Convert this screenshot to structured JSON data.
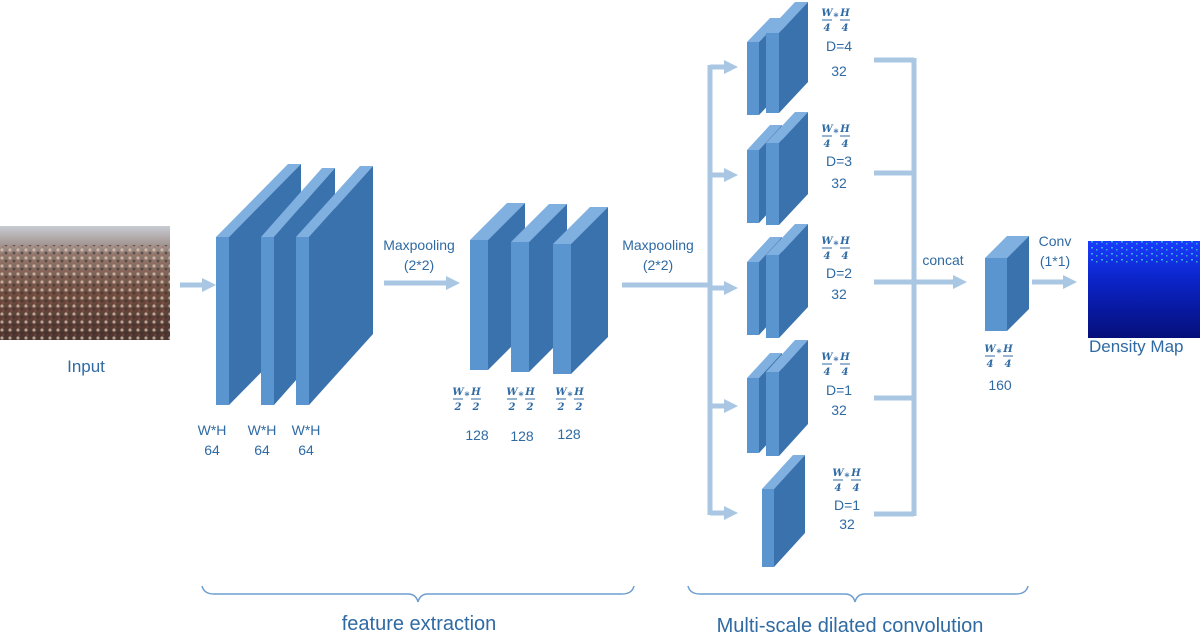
{
  "input_label": "Input",
  "output_label": "Density Map",
  "stage1": {
    "layers": [
      {
        "dim": "W*H",
        "channels": "64"
      },
      {
        "dim": "W*H",
        "channels": "64"
      },
      {
        "dim": "W*H",
        "channels": "64"
      }
    ]
  },
  "pool1": {
    "label": "Maxpooling",
    "size": "(2*2)"
  },
  "stage2": {
    "frac": {
      "w": "W",
      "h": "H",
      "den": "2",
      "op": "*"
    },
    "channels": [
      "128",
      "128",
      "128"
    ]
  },
  "pool2": {
    "label": "Maxpooling",
    "size": "(2*2)"
  },
  "branches": [
    {
      "w": "W",
      "h": "H",
      "den": "4",
      "op": "*",
      "dilation": "D=4",
      "channels": "32"
    },
    {
      "w": "W",
      "h": "H",
      "den": "4",
      "op": "*",
      "dilation": "D=3",
      "channels": "32"
    },
    {
      "w": "W",
      "h": "H",
      "den": "4",
      "op": "*",
      "dilation": "D=2",
      "channels": "32"
    },
    {
      "w": "W",
      "h": "H",
      "den": "4",
      "op": "*",
      "dilation": "D=1",
      "channels": "32"
    },
    {
      "w": "W",
      "h": "H",
      "den": "4",
      "op": "*",
      "dilation": "D=1",
      "channels": "32"
    }
  ],
  "concat_label": "concat",
  "concat_block": {
    "w": "W",
    "h": "H",
    "den": "4",
    "op": "*",
    "channels": "160"
  },
  "conv": {
    "label": "Conv",
    "size": "(1*1)"
  },
  "bracket_labels": {
    "feature": "feature extraction",
    "multiscale": "Multi-scale dilated convolution"
  },
  "colors": {
    "block_front": "#3a72ad",
    "block_side": "#5b95cf",
    "block_top": "#80b0e0",
    "arrow": "#a9c6e3",
    "text": "#2f6aa3"
  }
}
